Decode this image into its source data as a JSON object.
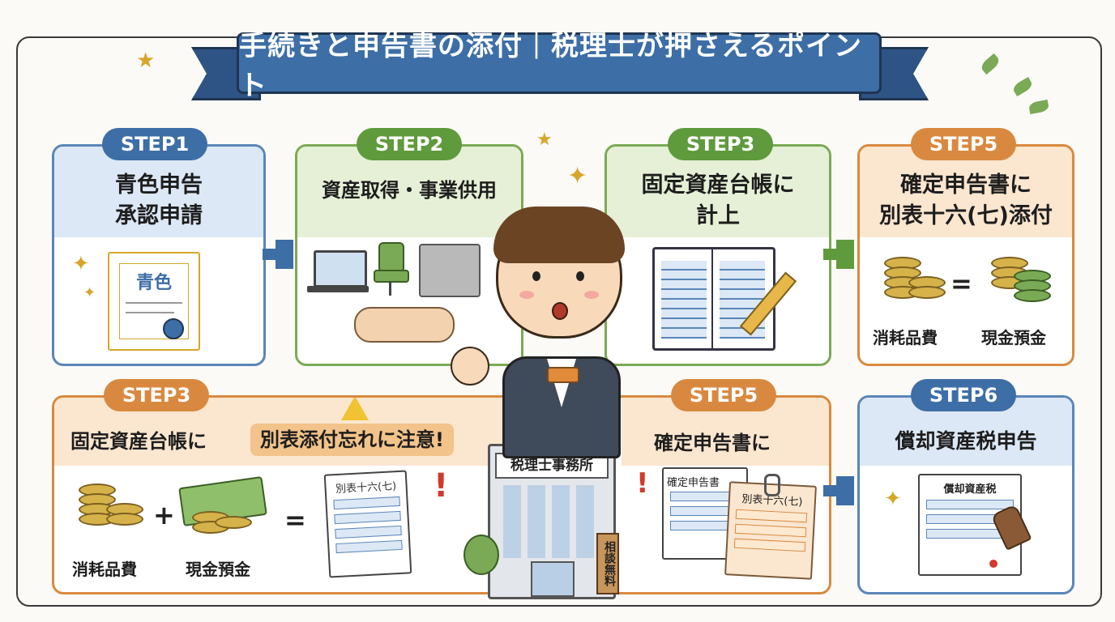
{
  "banner_title": "手続きと申告書の添付｜税理士が押さえるポイント",
  "colors": {
    "blue": "#5a86b8",
    "green": "#7aaa55",
    "orange": "#d9893f",
    "banner": "#3d6ea6"
  },
  "step1": {
    "badge": "STEP1",
    "line1": "青色申告",
    "line2": "承認申請",
    "doc_label": "青色"
  },
  "step2": {
    "badge": "STEP2",
    "title": "資産取得・事業供用"
  },
  "step3_top": {
    "badge": "STEP3",
    "line1": "固定資産台帳に",
    "line2": "計上"
  },
  "step5_top": {
    "badge": "STEP5",
    "line1": "確定申告書に",
    "line2": "別表十六(七)添付",
    "left_label": "消耗品費",
    "equals": "=",
    "right_label": "現金預金"
  },
  "step3_bottom": {
    "badge": "STEP3",
    "title": "固定資産台帳に",
    "warning": "別表添付忘れに注意!",
    "left_label": "消耗品費",
    "plus": "+",
    "right_label": "現金預金",
    "equals": "=",
    "doc_label": "別表十六(七)",
    "exclaim": "!"
  },
  "step5_bottom": {
    "badge": "STEP5",
    "title": "確定申告書に",
    "doc1_label": "確定申告書",
    "doc2_label": "別表十六(七)",
    "exclaim": "!"
  },
  "step6": {
    "badge": "STEP6",
    "title": "償却資産税申告",
    "doc_label": "償却資産税"
  },
  "office_sign": "税理士事務所",
  "board_sign": "相談無料"
}
